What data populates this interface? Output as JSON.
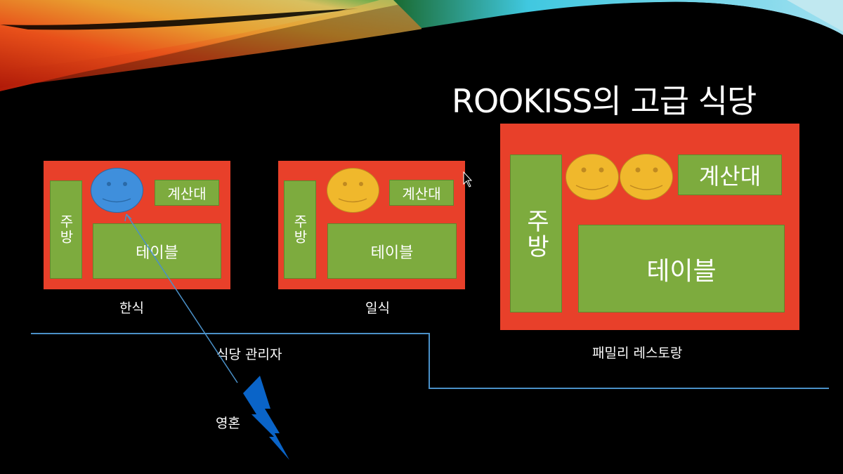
{
  "title": "ROOKISS의 고급 식당",
  "colors": {
    "restaurant": "#e8402a",
    "area": "#7dab3e",
    "blue_face": "#3f8fdc",
    "yellow_face": "#f0b82c",
    "line": "#4a90c8",
    "lightning": "#0a64c8"
  },
  "restaurants": [
    {
      "name": "한식",
      "kitchen": "주방",
      "counter": "계산대",
      "table": "테이블",
      "faces": [
        "blue"
      ]
    },
    {
      "name": "일식",
      "kitchen": "주방",
      "counter": "계산대",
      "table": "테이블",
      "faces": [
        "yellow"
      ]
    },
    {
      "name": "패밀리 레스토랑",
      "kitchen": "주방",
      "counter": "계산대",
      "table": "테이블",
      "faces": [
        "yellow",
        "yellow"
      ]
    }
  ],
  "manager_label": "식당 관리자",
  "soul_label": "영혼"
}
